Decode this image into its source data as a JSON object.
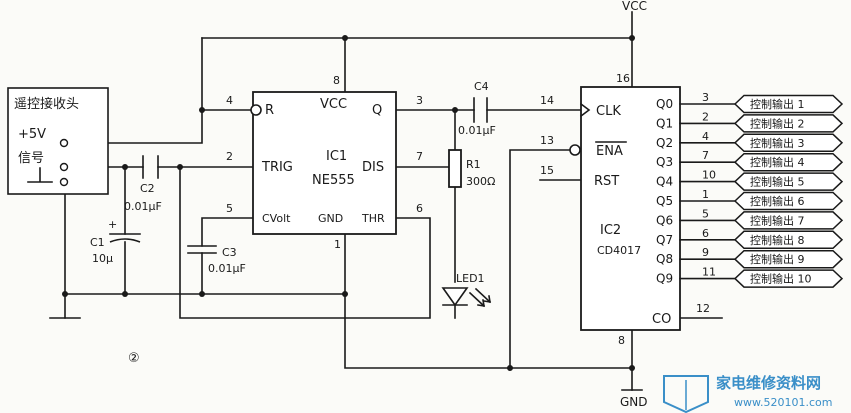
{
  "supply": {
    "vcc": "VCC",
    "gnd": "GND"
  },
  "receiver": {
    "title": "遥控接收头",
    "plus": "+5V",
    "signal": "信号"
  },
  "ic1": {
    "vcc": "VCC",
    "r": "R",
    "q": "Q",
    "trig": "TRIG",
    "dis": "DIS",
    "cvolt": "CVolt",
    "gnd": "GND",
    "thr": "THR",
    "name": "IC1",
    "model": "NE555",
    "pins": {
      "vcc": "8",
      "r": "4",
      "q": "3",
      "trig": "2",
      "dis": "7",
      "cvolt": "5",
      "thr": "6",
      "gnd": "1"
    }
  },
  "ic2": {
    "clk": "CLK",
    "ena": "ENA",
    "rst": "RST",
    "co": "CO",
    "name": "IC2",
    "model": "CD4017",
    "pins": {
      "vcc": "16",
      "clk": "14",
      "ena": "13",
      "rst": "15",
      "co": "12",
      "gnd": "8"
    },
    "outputs": [
      {
        "q": "Q0",
        "pin": "3"
      },
      {
        "q": "Q1",
        "pin": "2"
      },
      {
        "q": "Q2",
        "pin": "4"
      },
      {
        "q": "Q3",
        "pin": "7"
      },
      {
        "q": "Q4",
        "pin": "10"
      },
      {
        "q": "Q5",
        "pin": "1"
      },
      {
        "q": "Q6",
        "pin": "5"
      },
      {
        "q": "Q7",
        "pin": "6"
      },
      {
        "q": "Q8",
        "pin": "9"
      },
      {
        "q": "Q9",
        "pin": "11"
      }
    ]
  },
  "outputs": [
    "控制输出 1",
    "控制输出 2",
    "控制输出 3",
    "控制输出 4",
    "控制输出 5",
    "控制输出 6",
    "控制输出 7",
    "控制输出 8",
    "控制输出 9",
    "控制输出 10"
  ],
  "components": {
    "c1": {
      "name": "C1",
      "value": "10μ"
    },
    "c2": {
      "name": "C2",
      "value": "0.01μF"
    },
    "c3": {
      "name": "C3",
      "value": "0.01μF"
    },
    "c4": {
      "name": "C4",
      "value": "0.01μF"
    },
    "r1": {
      "name": "R1",
      "value": "300Ω"
    },
    "led": {
      "name": "LED1"
    }
  },
  "figure_number": "②",
  "watermark": {
    "text": "家电维修资料网",
    "url": "www.520101.com"
  }
}
